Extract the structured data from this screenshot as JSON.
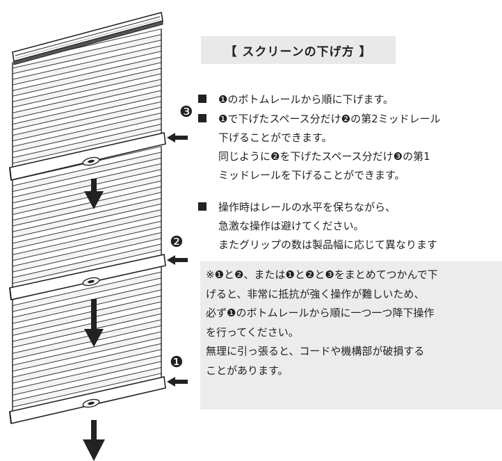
{
  "title": "【 スクリーンの下げ方 】",
  "instructions": [
    {
      "lines": [
        "❶のボトムレールから順に下げます。"
      ]
    },
    {
      "lines": [
        "❶で下げたスペース分だけ❷の第2ミッドレール",
        "下げることができます。",
        "同じように❷を下げたスペース分だけ❸の第1",
        "ミッドレールを下げることができます。"
      ]
    },
    {
      "lines": [
        "操作時はレールの水平を保ちながら、",
        "急激な操作は避けてください。",
        "またグリップの数は製品幅に応じて異なります"
      ]
    }
  ],
  "note": {
    "lines": [
      "※❶と❷、または❶と❷と❸をまとめてつかんで下",
      "げると、非常に抵抗が強く操作が難しいため、",
      "必ず❶のボトムレールから順に一つ一つ降下操作",
      "を行ってください。",
      "無理に引っ張ると、コードや機構部が破損する",
      "ことがあります。"
    ]
  },
  "rail_markers": [
    {
      "label": "❸",
      "rail": "first-mid-rail"
    },
    {
      "label": "❷",
      "rail": "second-mid-rail"
    },
    {
      "label": "❶",
      "rail": "bottom-rail"
    }
  ]
}
